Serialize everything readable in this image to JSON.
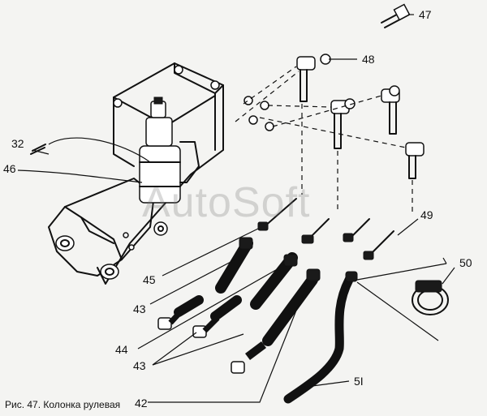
{
  "caption": "Рис. 47. Колонка рулевая",
  "watermark": "AutoSoft",
  "callouts": {
    "c47": "47",
    "c48": "48",
    "c32": "32",
    "c46": "46",
    "c49": "49",
    "c50": "50",
    "c45": "45",
    "c43a": "43",
    "c44": "44",
    "c43b": "43",
    "c51": "5I",
    "c42": "42"
  }
}
